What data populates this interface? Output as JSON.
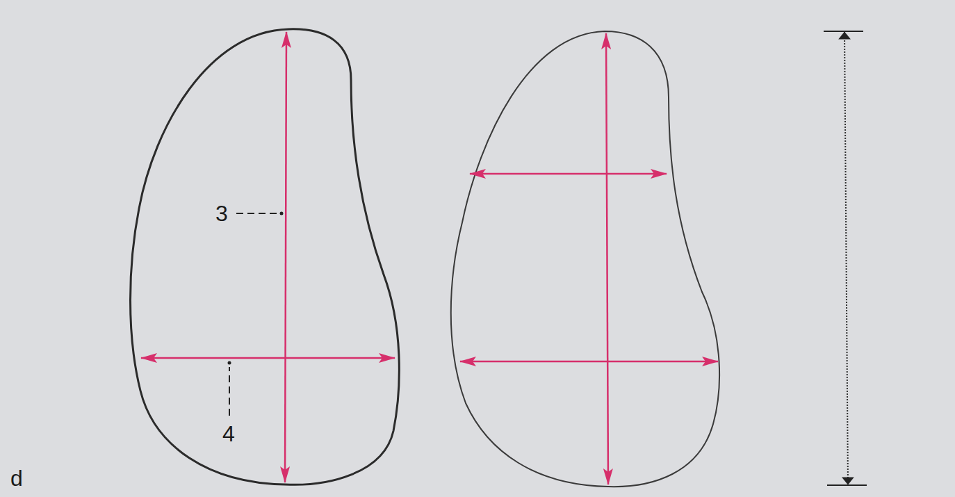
{
  "diagram": {
    "labels": [
      "3",
      "4",
      "d"
    ]
  }
}
